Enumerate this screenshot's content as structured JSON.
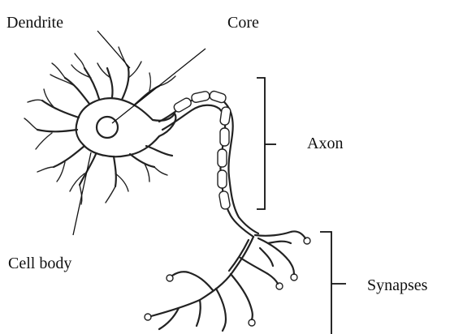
{
  "labels": {
    "dendrite": "Dendrite",
    "core": "Core",
    "axon": "Axon",
    "cell_body": "Cell body",
    "synapses": "Synapses"
  }
}
